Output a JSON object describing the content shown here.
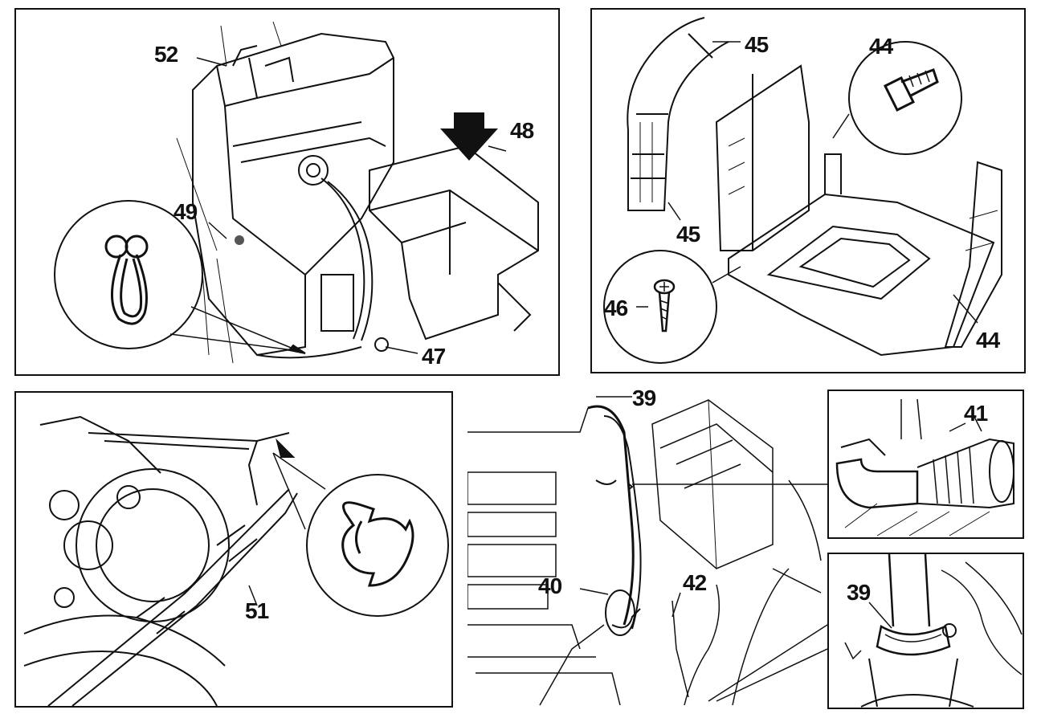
{
  "colors": {
    "ink": "#111111",
    "paper": "#ffffff",
    "shade": "#cfcfcf"
  },
  "panels": [
    {
      "id": "battery",
      "callouts": [
        "52",
        "48",
        "49",
        "47"
      ]
    },
    {
      "id": "tray",
      "callouts": [
        "45",
        "44",
        "45",
        "46",
        "44"
      ]
    },
    {
      "id": "cable",
      "callouts": [
        "51"
      ]
    },
    {
      "id": "engine-bay",
      "callouts": [
        "39",
        "40",
        "42"
      ]
    },
    {
      "id": "hose-detail",
      "callouts": [
        "41"
      ]
    },
    {
      "id": "clamp-detail",
      "callouts": [
        "39"
      ]
    }
  ],
  "icons": [
    "push-down-arrow-icon",
    "clip-loop-icon",
    "bolt-icon",
    "screw-icon",
    "snap-ring-icon"
  ]
}
